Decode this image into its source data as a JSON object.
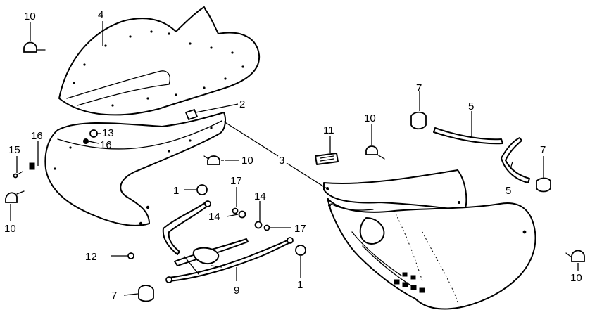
{
  "callouts": {
    "c1a": "1",
    "c1b": "1",
    "c2": "2",
    "c3": "3",
    "c4": "4",
    "c5a": "5",
    "c5b": "5",
    "c7a": "7",
    "c7b": "7",
    "c7c": "7",
    "c9": "9",
    "c10a": "10",
    "c10b": "10",
    "c10c": "10",
    "c10d": "10",
    "c10e": "10",
    "c11": "11",
    "c12": "12",
    "c13": "13",
    "c14a": "14",
    "c14b": "14",
    "c15": "15",
    "c16a": "16",
    "c16b": "16",
    "c17a": "17",
    "c17b": "17"
  },
  "colors": {
    "ink": "#000000",
    "paper": "#ffffff"
  }
}
